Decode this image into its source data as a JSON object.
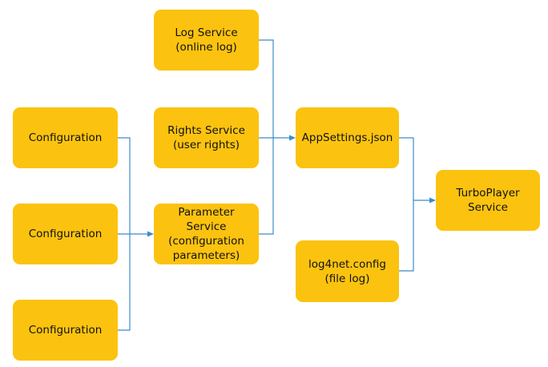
{
  "colors": {
    "node_fill": "#FBC30F",
    "connector": "#3D8BCB",
    "text": "#111111"
  },
  "nodes": {
    "config_1": "Configuration",
    "config_2": "Configuration",
    "config_3": "Configuration",
    "log_service": "Log Service\n(online log)",
    "rights_service": "Rights Service\n(user rights)",
    "parameter_service": "Parameter Service\n(configuration\nparameters)",
    "appsettings": "AppSettings.json",
    "log4net_config": "log4net.config\n(file log)",
    "turboplayer_service": "TurboPlayer\nService"
  }
}
